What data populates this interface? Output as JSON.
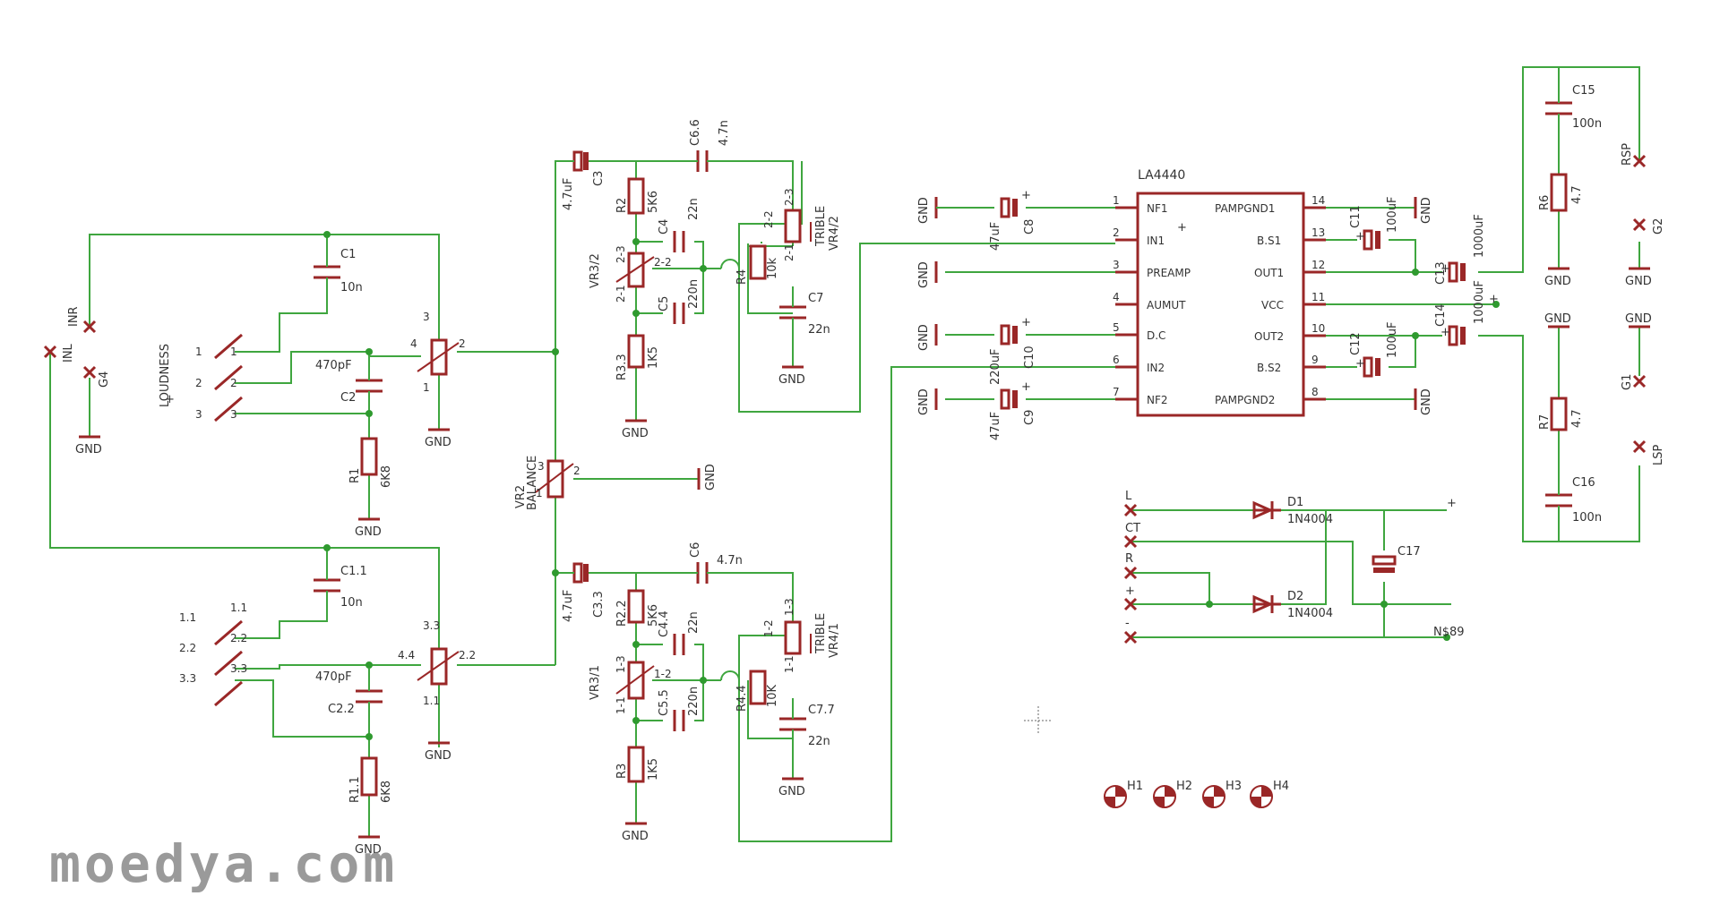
{
  "ic": {
    "name": "LA4440",
    "pins_left": [
      {
        "num": "1",
        "name": "NF1"
      },
      {
        "num": "2",
        "name": "IN1"
      },
      {
        "num": "3",
        "name": "PREAMP"
      },
      {
        "num": "4",
        "name": "AUMUT"
      },
      {
        "num": "5",
        "name": "D.C"
      },
      {
        "num": "6",
        "name": "IN2"
      },
      {
        "num": "7",
        "name": "NF2"
      }
    ],
    "pins_right": [
      {
        "num": "14",
        "name": "PAMPGND1"
      },
      {
        "num": "13",
        "name": "B.S1"
      },
      {
        "num": "12",
        "name": "OUT1"
      },
      {
        "num": "11",
        "name": "VCC"
      },
      {
        "num": "10",
        "name": "OUT2"
      },
      {
        "num": "9",
        "name": "B.S2"
      },
      {
        "num": "8",
        "name": "PAMPGND2"
      }
    ]
  },
  "labels": {
    "gnd": "GND",
    "inr": "INR",
    "inl": "INL",
    "g4": "G4",
    "g1": "G1",
    "g2": "G2",
    "rsp": "RSP",
    "lsp": "LSP",
    "loudness": "LOUDNESS",
    "plus": "+",
    "minus": "-",
    "c1": "C1",
    "c1_val": "10n",
    "c11": "C1.1",
    "c11_val": "10n",
    "c2": "C2",
    "c2_val": "470pF",
    "c22": "C2.2",
    "c22_val": "470pF",
    "r1": "R1",
    "r1_val": "6K8",
    "r11": "R1.1",
    "r11_val": "6K8",
    "sw1": "1",
    "sw2": "2",
    "sw3": "3",
    "sw11": "1.1",
    "sw22": "2.2",
    "sw33": "3.3",
    "vr_top_p4": "4",
    "vr_top_p2": "2",
    "vr_top_p3": "3",
    "vr_top_p1": "1",
    "vr_bot_p4": "4.4",
    "vr_bot_p2": "2.2",
    "vr_bot_p3": "3.3",
    "vr_bot_p1": "1.1",
    "vr2": "VR2",
    "balance": "BALANCE",
    "vr2_p1": "1",
    "vr2_p2": "2",
    "vr2_p3": "3",
    "c3": "C3",
    "c3_val": "4.7uF",
    "c33": "C3.3",
    "c33_val": "4.7uF",
    "c66": "C6.6",
    "c66_val": "4.7n",
    "c6": "C6",
    "c6_val": "4.7n",
    "r2": "R2",
    "r2_val": "5K6",
    "r22": "R2.2",
    "r22_val": "5K6",
    "c4": "C4",
    "c4_val": "22n",
    "c44": "C4.4",
    "c44_val": "22n",
    "c5": "C5",
    "c5_val": "220n",
    "c55": "C5.5",
    "c55_val": "220n",
    "r33": "R3.3",
    "r33_val": "1K5",
    "r3": "R3",
    "r3_val": "1K5",
    "vr32": "VR3/2",
    "vr31": "VR3/1",
    "p23": "2-3",
    "p22": "2-2",
    "p21": "2-1",
    "p13": "1-3",
    "p12": "1-2",
    "p11": "1-1",
    "r4": "R4",
    "r4_val": "10k",
    "r44": "R4.4",
    "r44_val": "10K",
    "c7": "C7",
    "c7_val": "22n",
    "c77": "C7.7",
    "c77_val": "22n",
    "trible": "TRIBLE",
    "vr42": "VR4/2",
    "vr41": "VR4/1",
    "c8": "C8",
    "c8_val": "47uF",
    "c9": "C9",
    "c9_val": "47uF",
    "c10": "C10",
    "c10_val": "220uF",
    "c11b": "C11",
    "c11b_val": "100uF",
    "c12": "C12",
    "c12_val": "100uF",
    "c13": "C13",
    "c13_val": "1000uF",
    "c14": "C14",
    "c14_val": "1000uF",
    "c15": "C15",
    "c15_val": "100n",
    "c16": "C16",
    "c16_val": "100n",
    "r6": "R6",
    "r6_val": "4.7",
    "r7": "R7",
    "r7_val": "4.7",
    "d1": "D1",
    "d1_val": "1N4004",
    "d2": "D2",
    "d2_val": "1N4004",
    "c17": "C17",
    "n89": "N$89",
    "pw_l": "L",
    "pw_ct": "CT",
    "pw_r": "R",
    "pw_plus": "+",
    "pw_minus": "-",
    "h1": "H1",
    "h2": "H2",
    "h3": "H3",
    "h4": "H4"
  },
  "watermark": "moedya.com",
  "colors": {
    "wire": "#3fa63f",
    "part": "#9a2727",
    "text": "#333333",
    "watermark": "#9a9a9a"
  }
}
